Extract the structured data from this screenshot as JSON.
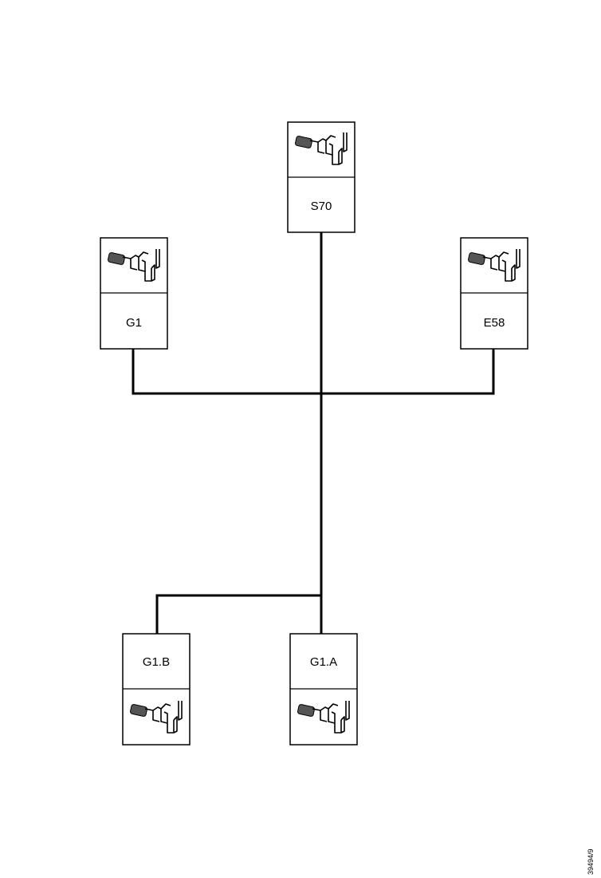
{
  "diagram": {
    "connectors": [
      {
        "id": "s70",
        "label": "S70"
      },
      {
        "id": "g1",
        "label": "G1"
      },
      {
        "id": "e58",
        "label": "E58"
      },
      {
        "id": "g1b",
        "label": "G1.B"
      },
      {
        "id": "g1a",
        "label": "G1.A"
      }
    ],
    "terminal_icon": "crimp-terminal-icon",
    "reference_code": "39494/9"
  }
}
